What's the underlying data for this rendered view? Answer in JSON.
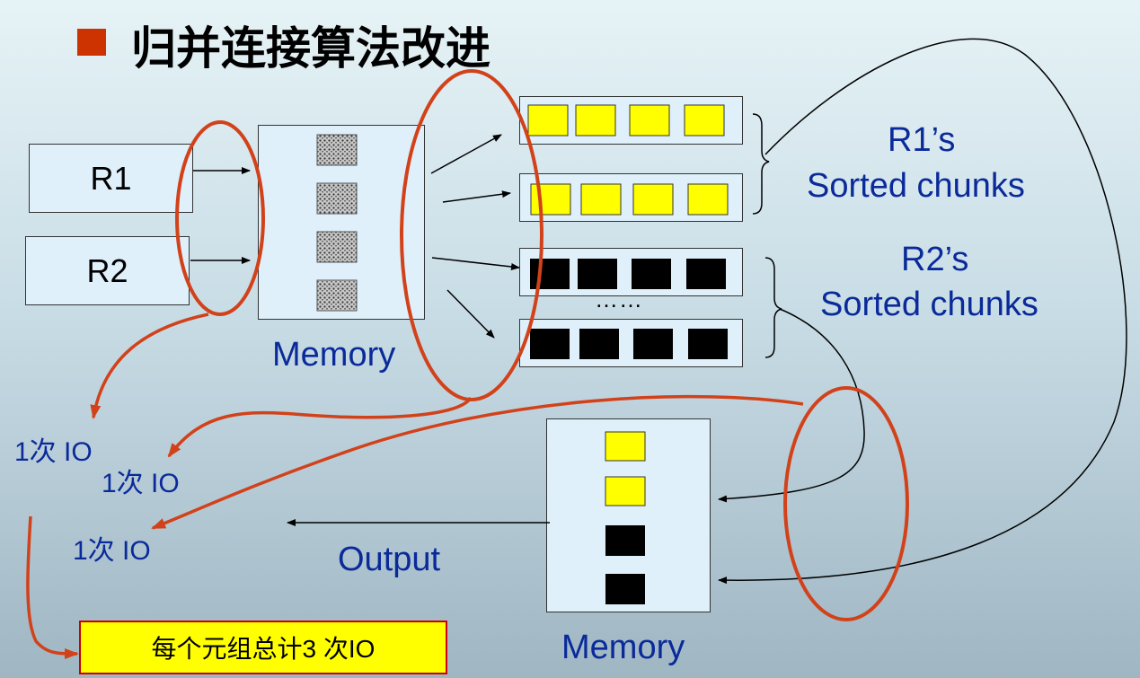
{
  "title": "归并连接算法改进",
  "relations": {
    "r1": "R1",
    "r2": "R2"
  },
  "memory_label_top": "Memory",
  "memory_label_bottom": "Memory",
  "r1_sorted": {
    "line1": "R1’s",
    "line2": "Sorted chunks"
  },
  "r2_sorted": {
    "line1": "R2’s",
    "line2": "Sorted chunks"
  },
  "ellipsis": "……",
  "output_label": "Output",
  "io_labels": [
    "1次 IO",
    "1次 IO",
    "1次 IO"
  ],
  "total_label": "每个元组总计3 次IO",
  "colors": {
    "bullet": "#cc3300",
    "ellipse": "#d2421a",
    "text_blue": "#0a2a9a",
    "yellow_block": "#ffff00",
    "black_block": "#000000",
    "box_fill": "#dff0fb"
  }
}
